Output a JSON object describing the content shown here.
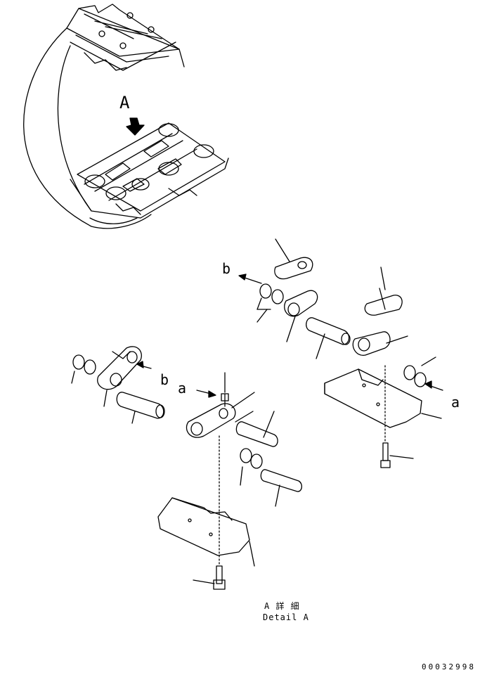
{
  "callouts": {
    "view_label": "A",
    "ref_a_left": "a",
    "ref_a_right": "a",
    "ref_b_left": "b",
    "ref_b_right": "b"
  },
  "caption": {
    "line1": "A 詳 細",
    "line2": "Detail A"
  },
  "drawing_number": "00032998",
  "colors": {
    "line": "#000000",
    "background": "#ffffff"
  }
}
